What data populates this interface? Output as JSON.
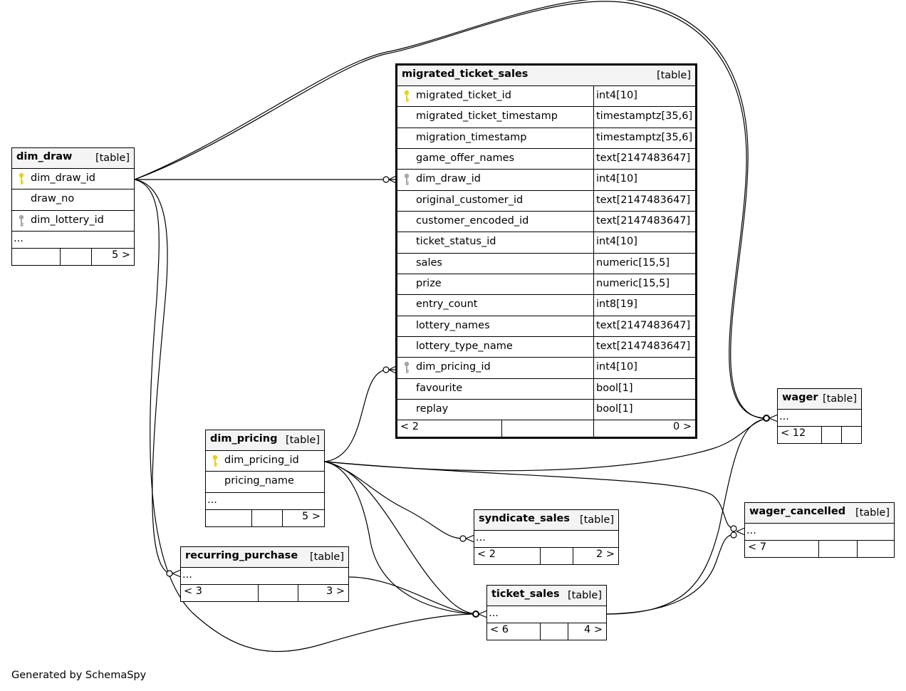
{
  "generator": "Generated by SchemaSpy",
  "colors": {
    "primary_key": "#e3d21b",
    "foreign_key": "#a6a6a6",
    "header_bg": "#f4f4f4"
  },
  "tables": {
    "migrated_ticket_sales": {
      "name": "migrated_ticket_sales",
      "type": "[table]",
      "columns": [
        {
          "name": "migrated_ticket_id",
          "dtype": "int4[10]",
          "key": "primary"
        },
        {
          "name": "migrated_ticket_timestamp",
          "dtype": "timestamptz[35,6]",
          "key": ""
        },
        {
          "name": "migration_timestamp",
          "dtype": "timestamptz[35,6]",
          "key": ""
        },
        {
          "name": "game_offer_names",
          "dtype": "text[2147483647]",
          "key": ""
        },
        {
          "name": "dim_draw_id",
          "dtype": "int4[10]",
          "key": "foreign"
        },
        {
          "name": "original_customer_id",
          "dtype": "text[2147483647]",
          "key": ""
        },
        {
          "name": "customer_encoded_id",
          "dtype": "text[2147483647]",
          "key": ""
        },
        {
          "name": "ticket_status_id",
          "dtype": "int4[10]",
          "key": ""
        },
        {
          "name": "sales",
          "dtype": "numeric[15,5]",
          "key": ""
        },
        {
          "name": "prize",
          "dtype": "numeric[15,5]",
          "key": ""
        },
        {
          "name": "entry_count",
          "dtype": "int8[19]",
          "key": ""
        },
        {
          "name": "lottery_names",
          "dtype": "text[2147483647]",
          "key": ""
        },
        {
          "name": "lottery_type_name",
          "dtype": "text[2147483647]",
          "key": ""
        },
        {
          "name": "dim_pricing_id",
          "dtype": "int4[10]",
          "key": "foreign"
        },
        {
          "name": "favourite",
          "dtype": "bool[1]",
          "key": ""
        },
        {
          "name": "replay",
          "dtype": "bool[1]",
          "key": ""
        }
      ],
      "footer_left": "< 2",
      "footer_right": "0 >"
    },
    "dim_draw": {
      "name": "dim_draw",
      "type": "[table]",
      "columns": [
        {
          "name": "dim_draw_id",
          "key": "primary"
        },
        {
          "name": "draw_no",
          "key": ""
        },
        {
          "name": "dim_lottery_id",
          "key": "foreign"
        }
      ],
      "ellipsis": "...",
      "footer_left": "",
      "footer_right": "5 >"
    },
    "dim_pricing": {
      "name": "dim_pricing",
      "type": "[table]",
      "columns": [
        {
          "name": "dim_pricing_id",
          "key": "primary"
        },
        {
          "name": "pricing_name",
          "key": ""
        }
      ],
      "ellipsis": "...",
      "footer_left": "",
      "footer_right": "5 >"
    },
    "wager": {
      "name": "wager",
      "type": "[table]",
      "ellipsis": "...",
      "footer_left": "< 12",
      "footer_right": ""
    },
    "wager_cancelled": {
      "name": "wager_cancelled",
      "type": "[table]",
      "ellipsis": "...",
      "footer_left": "< 7",
      "footer_right": ""
    },
    "syndicate_sales": {
      "name": "syndicate_sales",
      "type": "[table]",
      "ellipsis": "...",
      "footer_left": "< 2",
      "footer_right": "2 >"
    },
    "recurring_purchase": {
      "name": "recurring_purchase",
      "type": "[table]",
      "ellipsis": "...",
      "footer_left": "< 3",
      "footer_right": "3 >"
    },
    "ticket_sales": {
      "name": "ticket_sales",
      "type": "[table]",
      "ellipsis": "...",
      "footer_left": "< 6",
      "footer_right": "4 >"
    }
  }
}
